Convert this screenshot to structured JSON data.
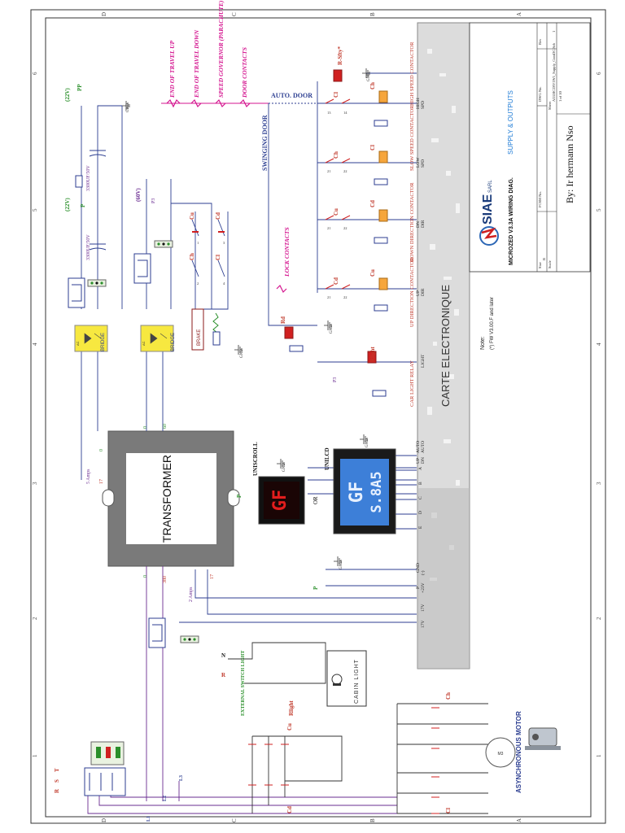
{
  "title_block": {
    "company": "SIAE",
    "company_suffix": "SARL",
    "drawing_title": "MICROZED V3.3A WIRING DIAG.",
    "drawing_subtitle": "SUPPLY & OUTPUTS",
    "author": "By: Ir hermann Nso",
    "size_label": "Size",
    "size_value": "B",
    "fcsm_label": "FCSM No.",
    "dwg_label": "DWG No.",
    "dwg_value": "A3310C2SV1W1_Supply_ContDC.Sch",
    "rev_label": "Rev",
    "rev_value": "1",
    "scale_label": "Scale",
    "sheet_label": "Sheet",
    "sheet_value": "1 of 10"
  },
  "note": {
    "title": "Note:",
    "text": "(*) FW V3.00.F and later"
  },
  "board": {
    "title": "CARTE ELECTRONIQUE",
    "terminals": [
      "17V",
      "17V",
      "+23V",
      "P",
      "(-)",
      "GND",
      "E",
      "D",
      "C",
      "B",
      "A",
      "UP",
      "DN",
      "AUTO",
      "AUTO",
      "LIGHT",
      "UP",
      "DIR",
      "DN",
      "DIR",
      "LOW",
      "SPD",
      "HIGH",
      "SPD"
    ]
  },
  "components": {
    "transformer": "TRANSFORMER",
    "bridge": "BRIDGE",
    "brake": "BRAKE",
    "ac": "AC",
    "motor": "ASYNCHRONOUS MOTOR",
    "motor_mark": "M3",
    "cabin_light": "CABIN LIGHT",
    "external_switch": "EXTERNAL SWITCH LIGHT",
    "uniscroll": "UNISCROLL",
    "unilcd": "UNILCD",
    "or": "OR",
    "scroll_text": "GF",
    "lcd_line1": "GF",
    "lcd_line2": "S.8A5"
  },
  "safety_chain": [
    "END OF TRAVEL UP",
    "END OF TRAVEL DOWN",
    "SPEED GOVERNOR (PARACHUTE)",
    "DOOR CONTACTS"
  ],
  "doors": {
    "auto": "AUTO. DOOR",
    "swing": "SWINGING DOOR",
    "lock": "LOCK CONTACTS"
  },
  "contactors": {
    "high": "HIGH SPEED CONTACTOR",
    "low": "SLOW SPEED CONTACTOR",
    "down": "DOWN DIRECTION CONTACTOR",
    "up": "UP DIRECTION CONTACTOR",
    "light": "CAR LIGHT RELAY"
  },
  "labels": {
    "pp": "PP",
    "p": "P",
    "gnd": "GND",
    "v22": "(22V)",
    "v60": "(60V)",
    "p3": "P3",
    "cap1": "3300UF/50V",
    "cap2": "3300UF/50V",
    "fuse1": "5 Amps",
    "fuse2": "2 Amps",
    "t17": "17",
    "t0": "0",
    "t60": "60",
    "t380": "380",
    "rsfty": "R-Sfty*",
    "rd": "Rd",
    "rlight": "Rlight",
    "cl": "Cl",
    "ch": "Ch",
    "cu": "Cu",
    "cd": "Cd",
    "r": "R",
    "s": "S",
    "t": "T",
    "n": "N",
    "l1": "L1",
    "l2": "L2",
    "l3": "L3",
    "n13": "13",
    "n14": "14",
    "n21": "21",
    "n22": "22",
    "n1": "1",
    "n2": "2",
    "n3": "3",
    "n4": "4"
  },
  "frame": {
    "rows": [
      "A",
      "B",
      "C",
      "D"
    ],
    "cols": [
      "1",
      "2",
      "3",
      "4",
      "5",
      "6"
    ]
  }
}
